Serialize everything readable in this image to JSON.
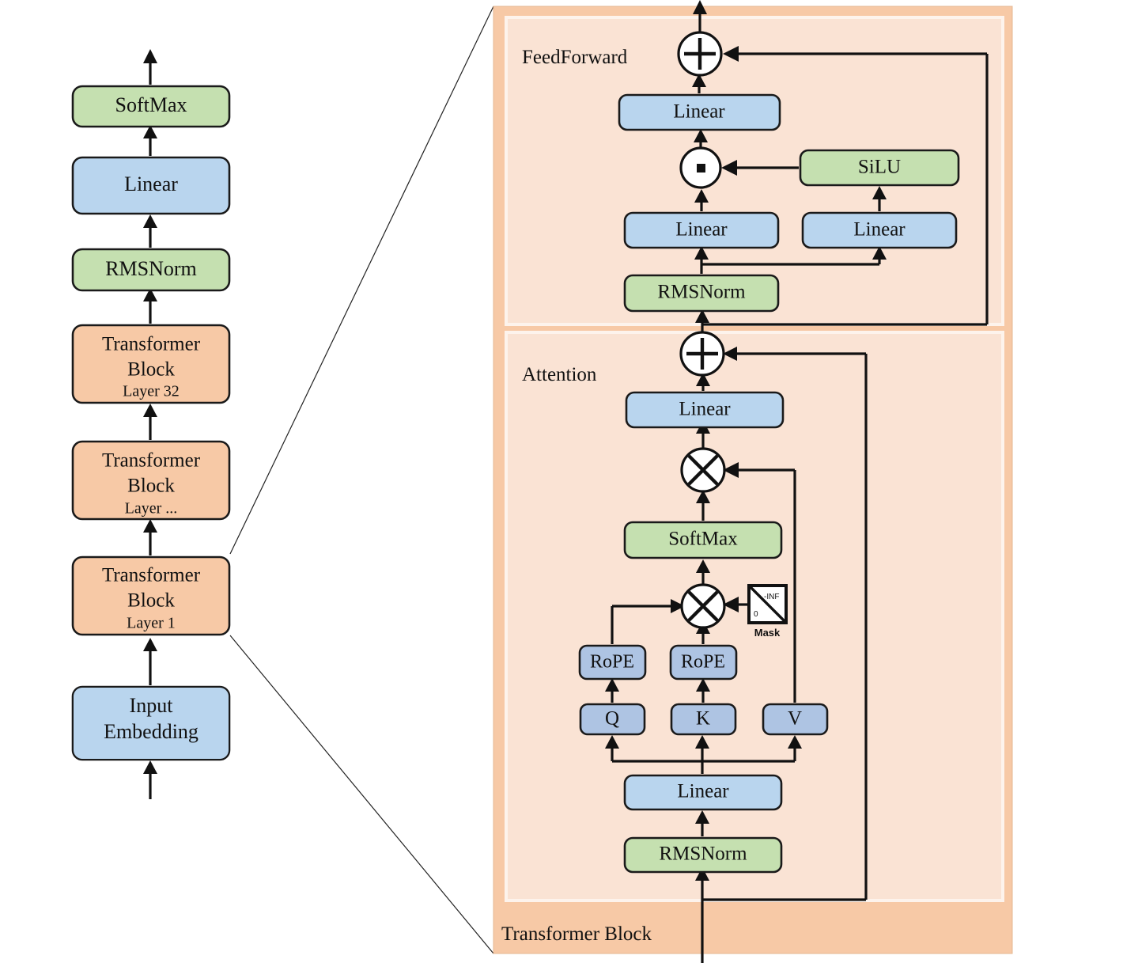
{
  "figure": {
    "title": "Transformer (LLaMA-style) architecture diagram",
    "background": "#ffffff"
  },
  "palette": {
    "green": "#c5e0b0",
    "blue": "#b9d5ee",
    "blue_dark": "#aec4e3",
    "orange": "#f7c9a6",
    "panel_inner": "#fae3d4",
    "panel_outer": "#f7c9a6",
    "stroke": "#1a1a1a",
    "wire": "#111111"
  },
  "stack": {
    "name": "model-stack",
    "nodes": [
      {
        "id": "softmax",
        "label": "SoftMax",
        "sub": "",
        "color": "green"
      },
      {
        "id": "linear",
        "label": "Linear",
        "sub": "",
        "color": "blue"
      },
      {
        "id": "rmsnorm",
        "label": "RMSNorm",
        "sub": "",
        "color": "green"
      },
      {
        "id": "block32",
        "label": "Transformer Block",
        "sub": "Layer 32",
        "color": "orange"
      },
      {
        "id": "blockdots",
        "label": "Transformer Block",
        "sub": "Layer ...",
        "color": "orange"
      },
      {
        "id": "block1",
        "label": "Transformer Block",
        "sub": "Layer 1",
        "color": "orange"
      },
      {
        "id": "embed",
        "label": "Input Embedding",
        "sub": "",
        "color": "blue"
      }
    ]
  },
  "detail": {
    "container_label": "Transformer Block",
    "panels": [
      {
        "id": "feedforward",
        "label": "FeedForward"
      },
      {
        "id": "attention",
        "label": "Attention"
      }
    ],
    "feedforward": {
      "add_symbol": "+",
      "mul_symbol": "·",
      "nodes": [
        {
          "id": "ff-rmsnorm",
          "label": "RMSNorm",
          "color": "green"
        },
        {
          "id": "ff-linear-gate",
          "label": "Linear",
          "color": "blue"
        },
        {
          "id": "ff-linear-up",
          "label": "Linear",
          "color": "blue"
        },
        {
          "id": "ff-silu",
          "label": "SiLU",
          "color": "green"
        },
        {
          "id": "ff-linear-down",
          "label": "Linear",
          "color": "blue"
        }
      ]
    },
    "attention": {
      "add_symbol": "+",
      "matmul_symbol": "×",
      "nodes": [
        {
          "id": "attn-rmsnorm",
          "label": "RMSNorm",
          "color": "green"
        },
        {
          "id": "attn-linear-in",
          "label": "Linear",
          "color": "blue"
        },
        {
          "id": "attn-q",
          "label": "Q",
          "color": "blue_dark"
        },
        {
          "id": "attn-k",
          "label": "K",
          "color": "blue_dark"
        },
        {
          "id": "attn-v",
          "label": "V",
          "color": "blue_dark"
        },
        {
          "id": "attn-rope-q",
          "label": "RoPE",
          "color": "blue_dark"
        },
        {
          "id": "attn-rope-k",
          "label": "RoPE",
          "color": "blue_dark"
        },
        {
          "id": "attn-softmax",
          "label": "SoftMax",
          "color": "green"
        },
        {
          "id": "attn-linear-out",
          "label": "Linear",
          "color": "blue"
        }
      ],
      "mask": {
        "caption": "Mask",
        "upper_value": "-INF",
        "lower_value": "0"
      }
    }
  }
}
